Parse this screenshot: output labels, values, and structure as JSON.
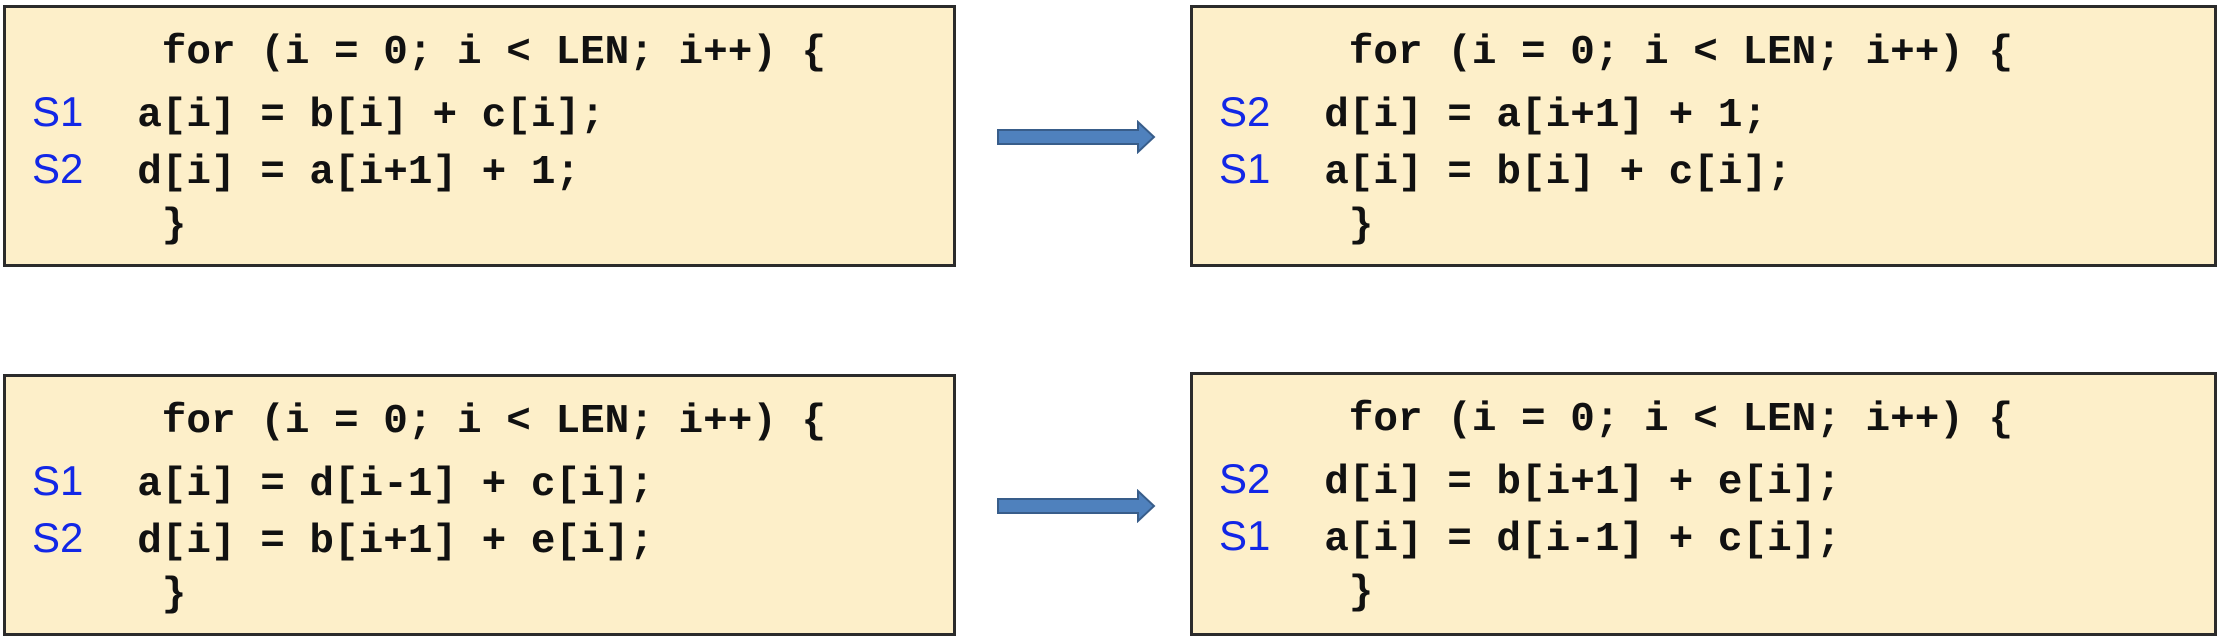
{
  "panels": {
    "top_left": {
      "lines": [
        {
          "label": "",
          "code": "   for (i = 0; i < LEN; i++) {"
        },
        {
          "label": "S1",
          "code": "  a[i] = b[i] + c[i];"
        },
        {
          "label": "S2",
          "code": "  d[i] = a[i+1] + 1;"
        },
        {
          "label": "",
          "code": "   }"
        }
      ]
    },
    "top_right": {
      "lines": [
        {
          "label": "",
          "code": "   for (i = 0; i < LEN; i++) {"
        },
        {
          "label": "S2",
          "code": "  d[i] = a[i+1] + 1;"
        },
        {
          "label": "S1",
          "code": "  a[i] = b[i] + c[i];"
        },
        {
          "label": "",
          "code": "   }"
        }
      ]
    },
    "bottom_left": {
      "lines": [
        {
          "label": "",
          "code": "   for (i = 0; i < LEN; i++) {"
        },
        {
          "label": "S1",
          "code": "  a[i] = d[i-1] + c[i];"
        },
        {
          "label": "S2",
          "code": "  d[i] = b[i+1] + e[i];"
        },
        {
          "label": "",
          "code": "   }"
        }
      ]
    },
    "bottom_right": {
      "lines": [
        {
          "label": "",
          "code": "   for (i = 0; i < LEN; i++) {"
        },
        {
          "label": "S2",
          "code": "  d[i] = b[i+1] + e[i];"
        },
        {
          "label": "S1",
          "code": "  a[i] = d[i-1] + c[i];"
        },
        {
          "label": "",
          "code": "   }"
        }
      ]
    }
  },
  "colors": {
    "box_background": "#fdefc9",
    "box_border": "#2b2b2b",
    "statement_label": "#1227e6",
    "code_text": "#111111",
    "arrow_fill": "#4f81bd",
    "arrow_stroke": "#385d8a"
  },
  "arrows": [
    {
      "direction": "right",
      "icon": "arrow-right-icon"
    },
    {
      "direction": "right",
      "icon": "arrow-right-icon"
    }
  ]
}
